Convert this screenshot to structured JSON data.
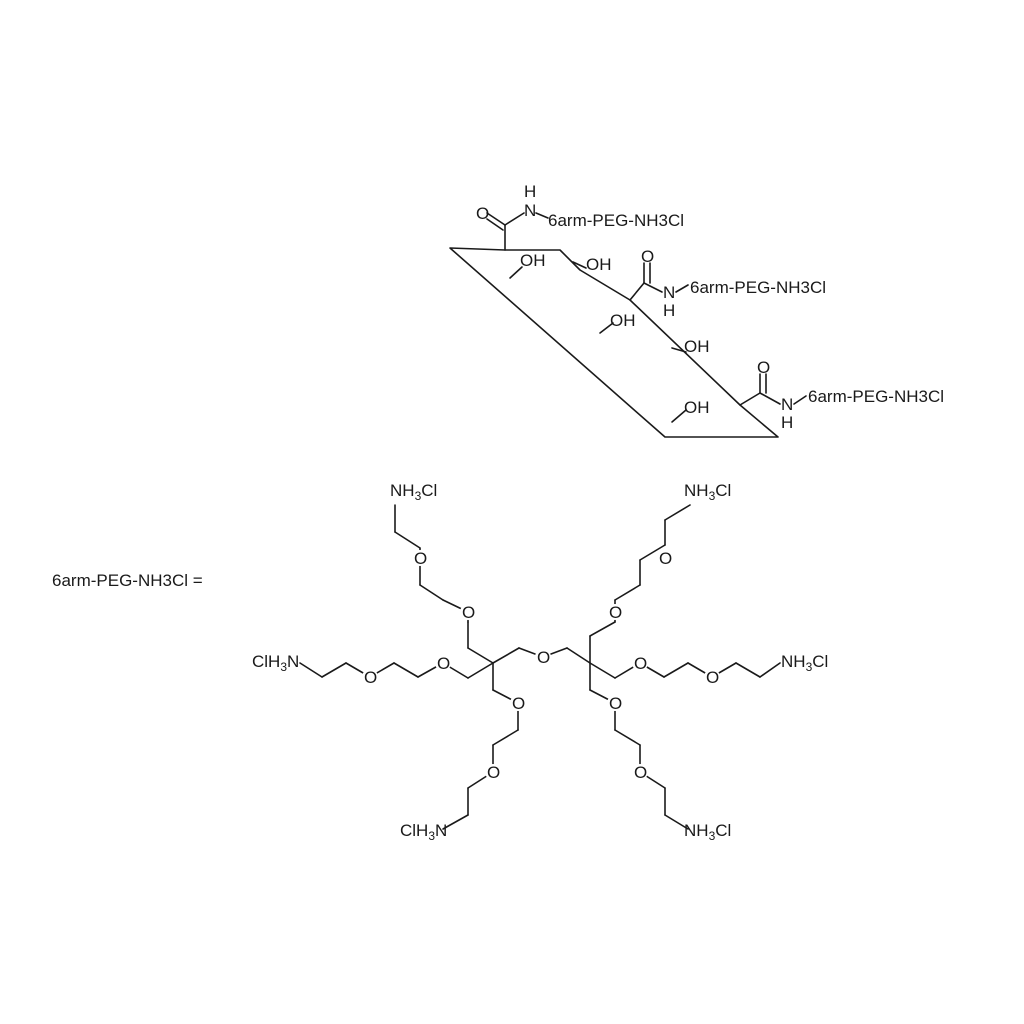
{
  "top_structure": {
    "amide_groups": [
      {
        "carbonyl_o": "O",
        "nh": "N",
        "h": "H",
        "substituent": "6arm-PEG-NH3Cl"
      },
      {
        "carbonyl_o": "O",
        "nh": "N",
        "h": "H",
        "substituent": "6arm-PEG-NH3Cl"
      },
      {
        "carbonyl_o": "O",
        "nh": "N",
        "h": "H",
        "substituent": "6arm-PEG-NH3Cl"
      }
    ],
    "hydroxyls": [
      "OH",
      "OH",
      "OH",
      "OH",
      "OH"
    ]
  },
  "definition": {
    "label": "6arm-PEG-NH3Cl ="
  },
  "bottom_structure": {
    "oxygen": "O",
    "terminal_right": "NH3Cl",
    "terminal_left": "ClH3N",
    "terminals_right_top": "NH3Cl",
    "terminals_right_mid": "NH3Cl",
    "terminals_right_bottom": "NH3Cl",
    "terminals_left_top": "NH3Cl",
    "terminals_left_mid": "ClH3N",
    "terminals_left_bottom": "ClH3N"
  }
}
